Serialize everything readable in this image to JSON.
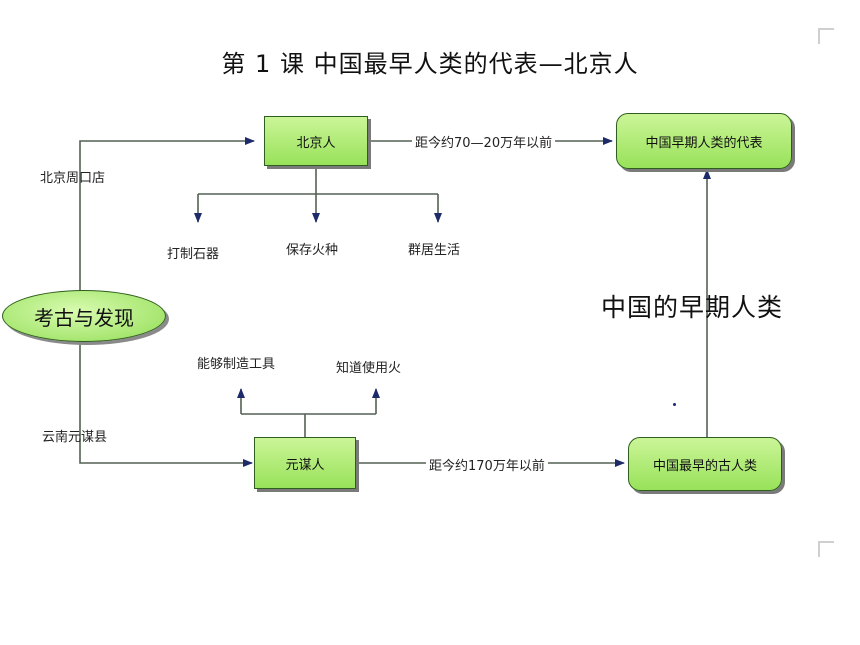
{
  "slide": {
    "title": "第 1 课  中国最早人类的代表—北京人"
  },
  "nodes": {
    "root": "考古与发现",
    "beijing_man": "北京人",
    "yuanmou_man": "元谋人",
    "rep_early": "中国早期人类的代表",
    "earliest": "中国最早的古人类",
    "early_humans": "中国的早期人类"
  },
  "labels": {
    "zhoukoudian": "北京周口店",
    "yuanmou_county": "云南元谋县",
    "beijing_age": "距今约70—20万年以前",
    "yuanmou_age": "距今约170万年以前"
  },
  "beijing_traits": [
    "打制石器",
    "保存火种",
    "群居生活"
  ],
  "yuanmou_traits": [
    "能够制造工具",
    "知道使用火"
  ],
  "colors": {
    "box_fill": "#a6e56a",
    "box_border": "#2f5e1e",
    "arrow": "#1e2b6b",
    "line": "#556055"
  }
}
